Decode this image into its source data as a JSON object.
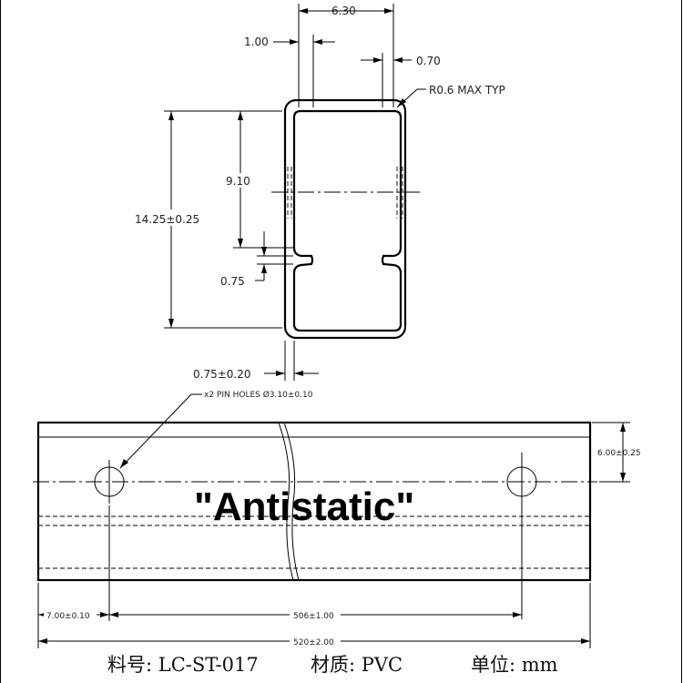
{
  "section_view": {
    "dim_width": "6.30",
    "dim_wall": "1.00",
    "dim_slot": "0.70",
    "dim_radius": "R0.6 MAX TYP",
    "dim_inner_height": "9.10",
    "dim_total_height": "14.25±0.25",
    "dim_notch": "0.75",
    "dim_thickness": "0.75±0.20"
  },
  "top_view": {
    "pin_holes_note": "x2 PIN HOLES Ø3.10±0.10",
    "dim_tube_height": "6.00±0.25",
    "dim_hole_offset": "7.00±0.10",
    "dim_hole_spacing": "506±1.00",
    "dim_total_length": "520±2.00",
    "banner": "\"Antistatic\""
  },
  "footer": {
    "part_label": "料号: LC-ST-017",
    "material_label": "材质: PVC",
    "unit_label": "单位: mm"
  }
}
